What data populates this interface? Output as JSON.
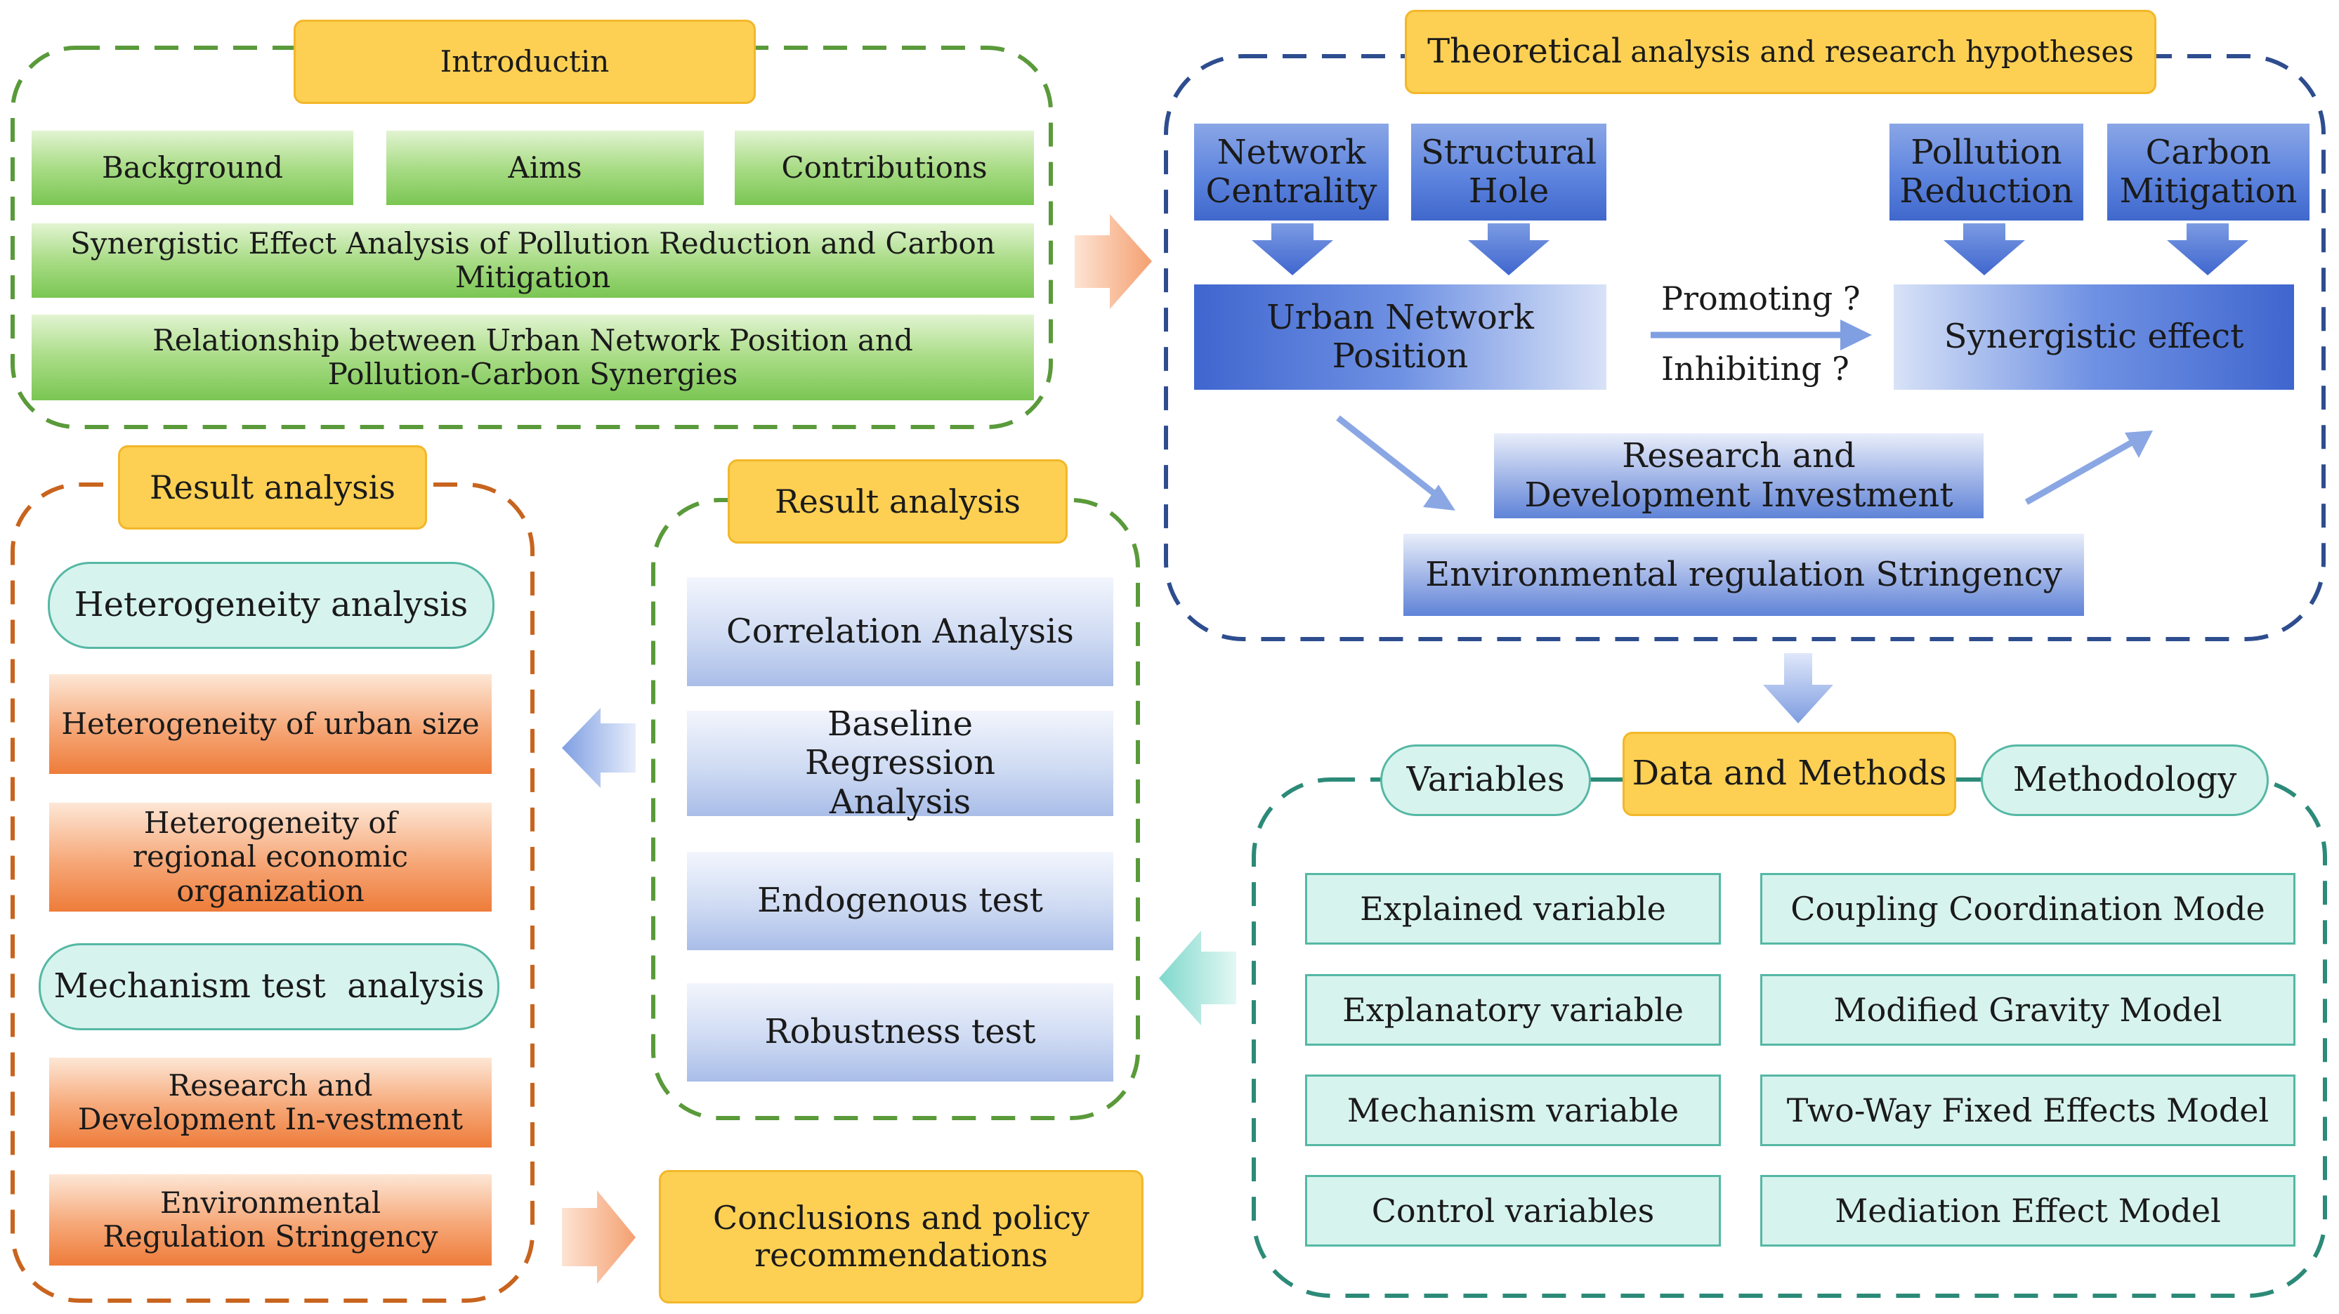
{
  "intro": {
    "title": "Introductin",
    "background": "Background",
    "aims": "Aims",
    "contributions": "Contributions",
    "synergy": "Synergistic Effect Analysis of Pollution Reduction and Carbon Mitigation",
    "relationship": "Relationship between Urban Network Position and Pollution-Carbon Synergies"
  },
  "theory": {
    "title_a": "Theoretical",
    "title_b": "analysis and research hypotheses",
    "network_centrality": "Network Centrality",
    "structural_hole": "Structural Hole",
    "pollution_reduction": "Pollution Reduction",
    "carbon_mitigation": "Carbon Mitigation",
    "urban_network_position": "Urban Network Position",
    "synergistic_effect": "Synergistic effect",
    "promoting": "Promoting ?",
    "inhibiting": "Inhibiting ?",
    "rd_investment": "Research and Development Investment",
    "env_regulation": "Environmental regulation Stringency"
  },
  "data_methods": {
    "title": "Data and Methods",
    "variables_label": "Variables",
    "methodology_label": "Methodology",
    "variables": [
      "Explained variable",
      "Explanatory variable",
      "Mechanism variable",
      "Control variables"
    ],
    "methods": [
      "Coupling Coordination Mode",
      "Modified Gravity Model",
      "Two-Way Fixed Effects Model",
      "Mediation Effect Model"
    ]
  },
  "result_middle": {
    "title": "Result analysis",
    "items": [
      "Correlation Analysis",
      "Baseline Regression Analysis",
      "Endogenous test",
      "Robustness test"
    ]
  },
  "result_left": {
    "title": "Result analysis",
    "heterogeneity": "Heterogeneity analysis",
    "urban_size": "Heterogeneity of urban size",
    "regional": "Heterogeneity of regional economic organization",
    "mechanism": "Mechanism test  analysis",
    "rd": "Research and Development In-vestment",
    "env": "Environmental Regulation Stringency"
  },
  "conclusions": "Conclusions and policy recommendations",
  "colors": {
    "green_border": "#5a9a3a",
    "blue_border": "#2e4d8f",
    "orange_border": "#c8641e",
    "teal_border": "#2c8a78",
    "yellow": "#fdd053",
    "orange_arrow": "#f6ab80",
    "blue_arrow": "#8ea9e4",
    "teal_arrow": "#8fded4"
  }
}
